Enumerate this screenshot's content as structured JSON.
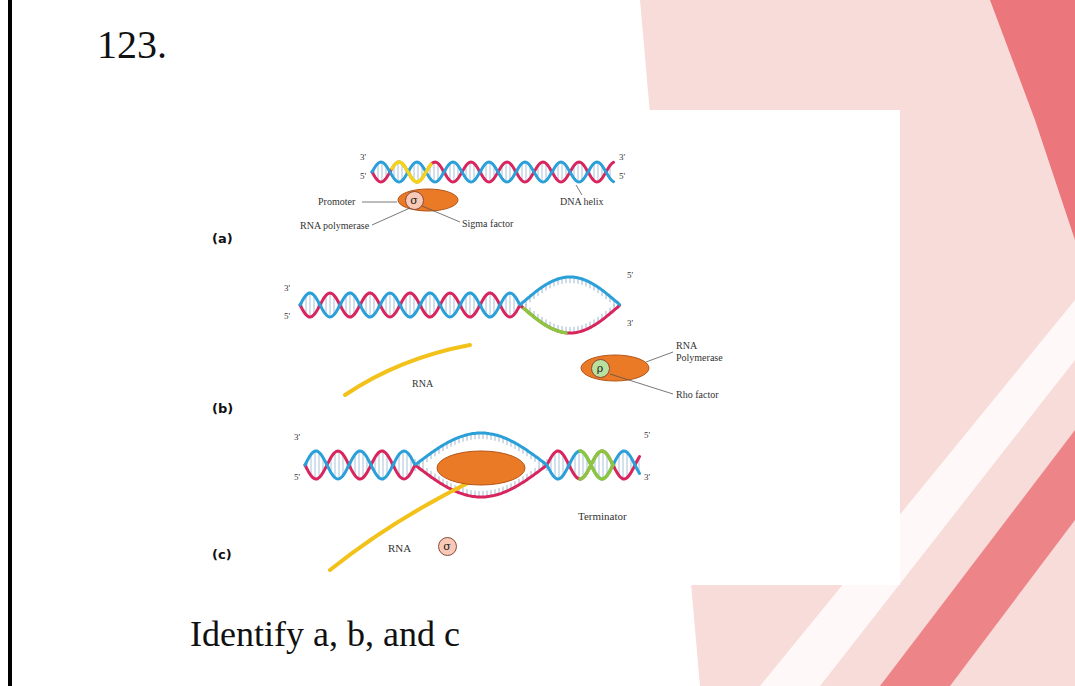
{
  "diagram": {
    "caption": "Identify a, b, and c",
    "nodes": [
      {
        "text": [
          "σ"
        ]
      },
      {
        "text": [
          "ρ"
        ]
      },
      {
        "text": [
          "σ"
        ]
      }
    ],
    "labels": [
      "123.",
      "3'",
      "5'",
      "3'",
      "5'",
      "Promoter",
      "DNA helix",
      "RNA polymerase",
      "Sigma factor",
      "(a)",
      "3'",
      "5'",
      "5'",
      "3'",
      "RNA",
      "RNA Polymerase",
      "Rho factor",
      "(b)",
      "3'",
      "5'",
      "5'",
      "3'",
      "Terminator",
      "RNA",
      "(c)"
    ]
  }
}
